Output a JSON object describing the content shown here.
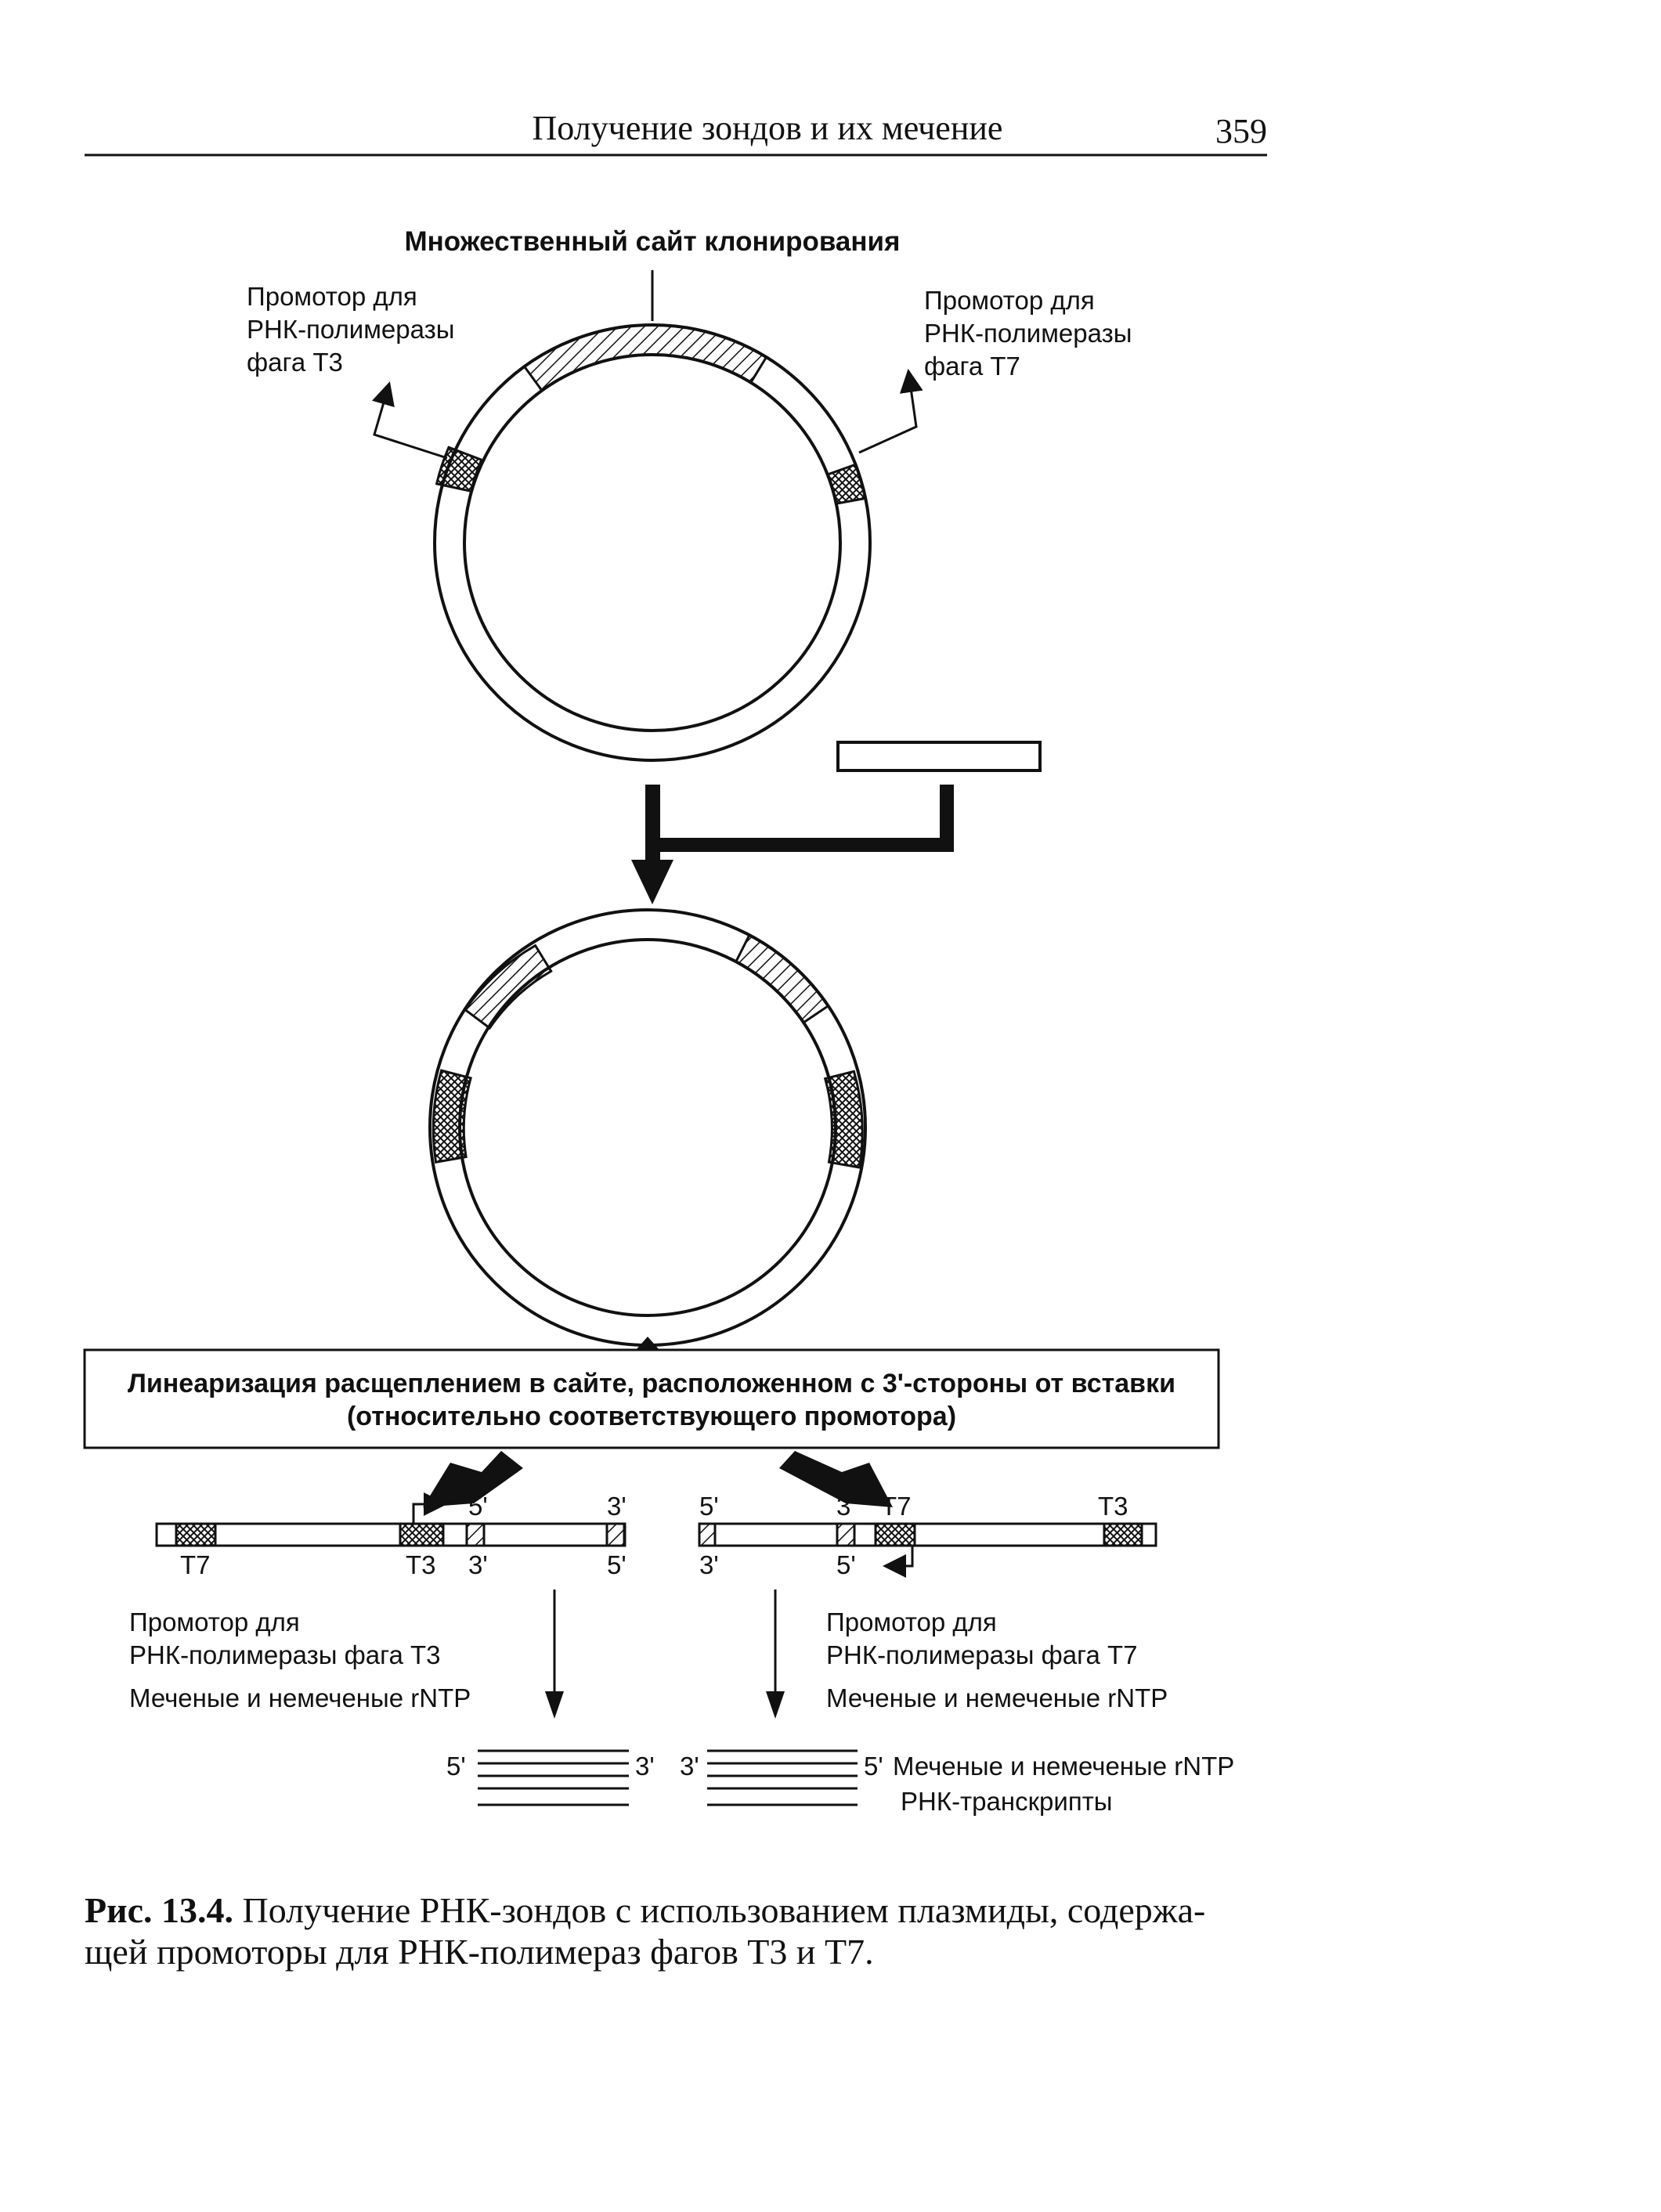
{
  "header": {
    "title": "Получение зондов и их мечение",
    "page_number": "359"
  },
  "plasmid": {
    "mcs_label": "Множественный сайт клонирования",
    "t3_promoter_label": [
      "Промотор для",
      "РНК-полимеразы",
      "фага Т3"
    ],
    "t7_promoter_label": [
      "Промотор для",
      "РНК-полимеразы",
      "фага Т7"
    ]
  },
  "linearization": {
    "line1": "Линеаризация расщеплением в сайте, расположенном с 3'-стороны от вставки",
    "line2": "(относительно соответствующего промотора)"
  },
  "left_construct": {
    "t7": "Т7",
    "t3": "Т3",
    "top_5": "5'",
    "top_3": "3'",
    "bot_3": "3'",
    "bot_5": "5'",
    "promoter_line1": "Промотор для",
    "promoter_line2": "РНК-полимеразы фага Т3",
    "rntp": "Меченые и немеченые rNTP",
    "transcript_5": "5'",
    "transcript_3": "3'"
  },
  "right_construct": {
    "top_5": "5'",
    "top_3": "3'",
    "t7": "Т7",
    "t3": "Т3",
    "bot_3": "3'",
    "bot_5": "5'",
    "promoter_line1": "Промотор для",
    "promoter_line2": "РНК-полимеразы фага Т7",
    "rntp": "Меченые и немеченые rNTP",
    "transcript_3": "3'",
    "transcript_5": "5'"
  },
  "transcripts": {
    "label_line1": "Меченые и немеченые rNTP",
    "label_line2": "РНК-транскрипты"
  },
  "caption": {
    "fig_label": "Рис. 13.4.",
    "line1_text": " Получение РНК-зондов с использованием плазмиды, содержа-",
    "line2": "щей промоторы для РНК-полимераз фагов Т3 и Т7."
  }
}
